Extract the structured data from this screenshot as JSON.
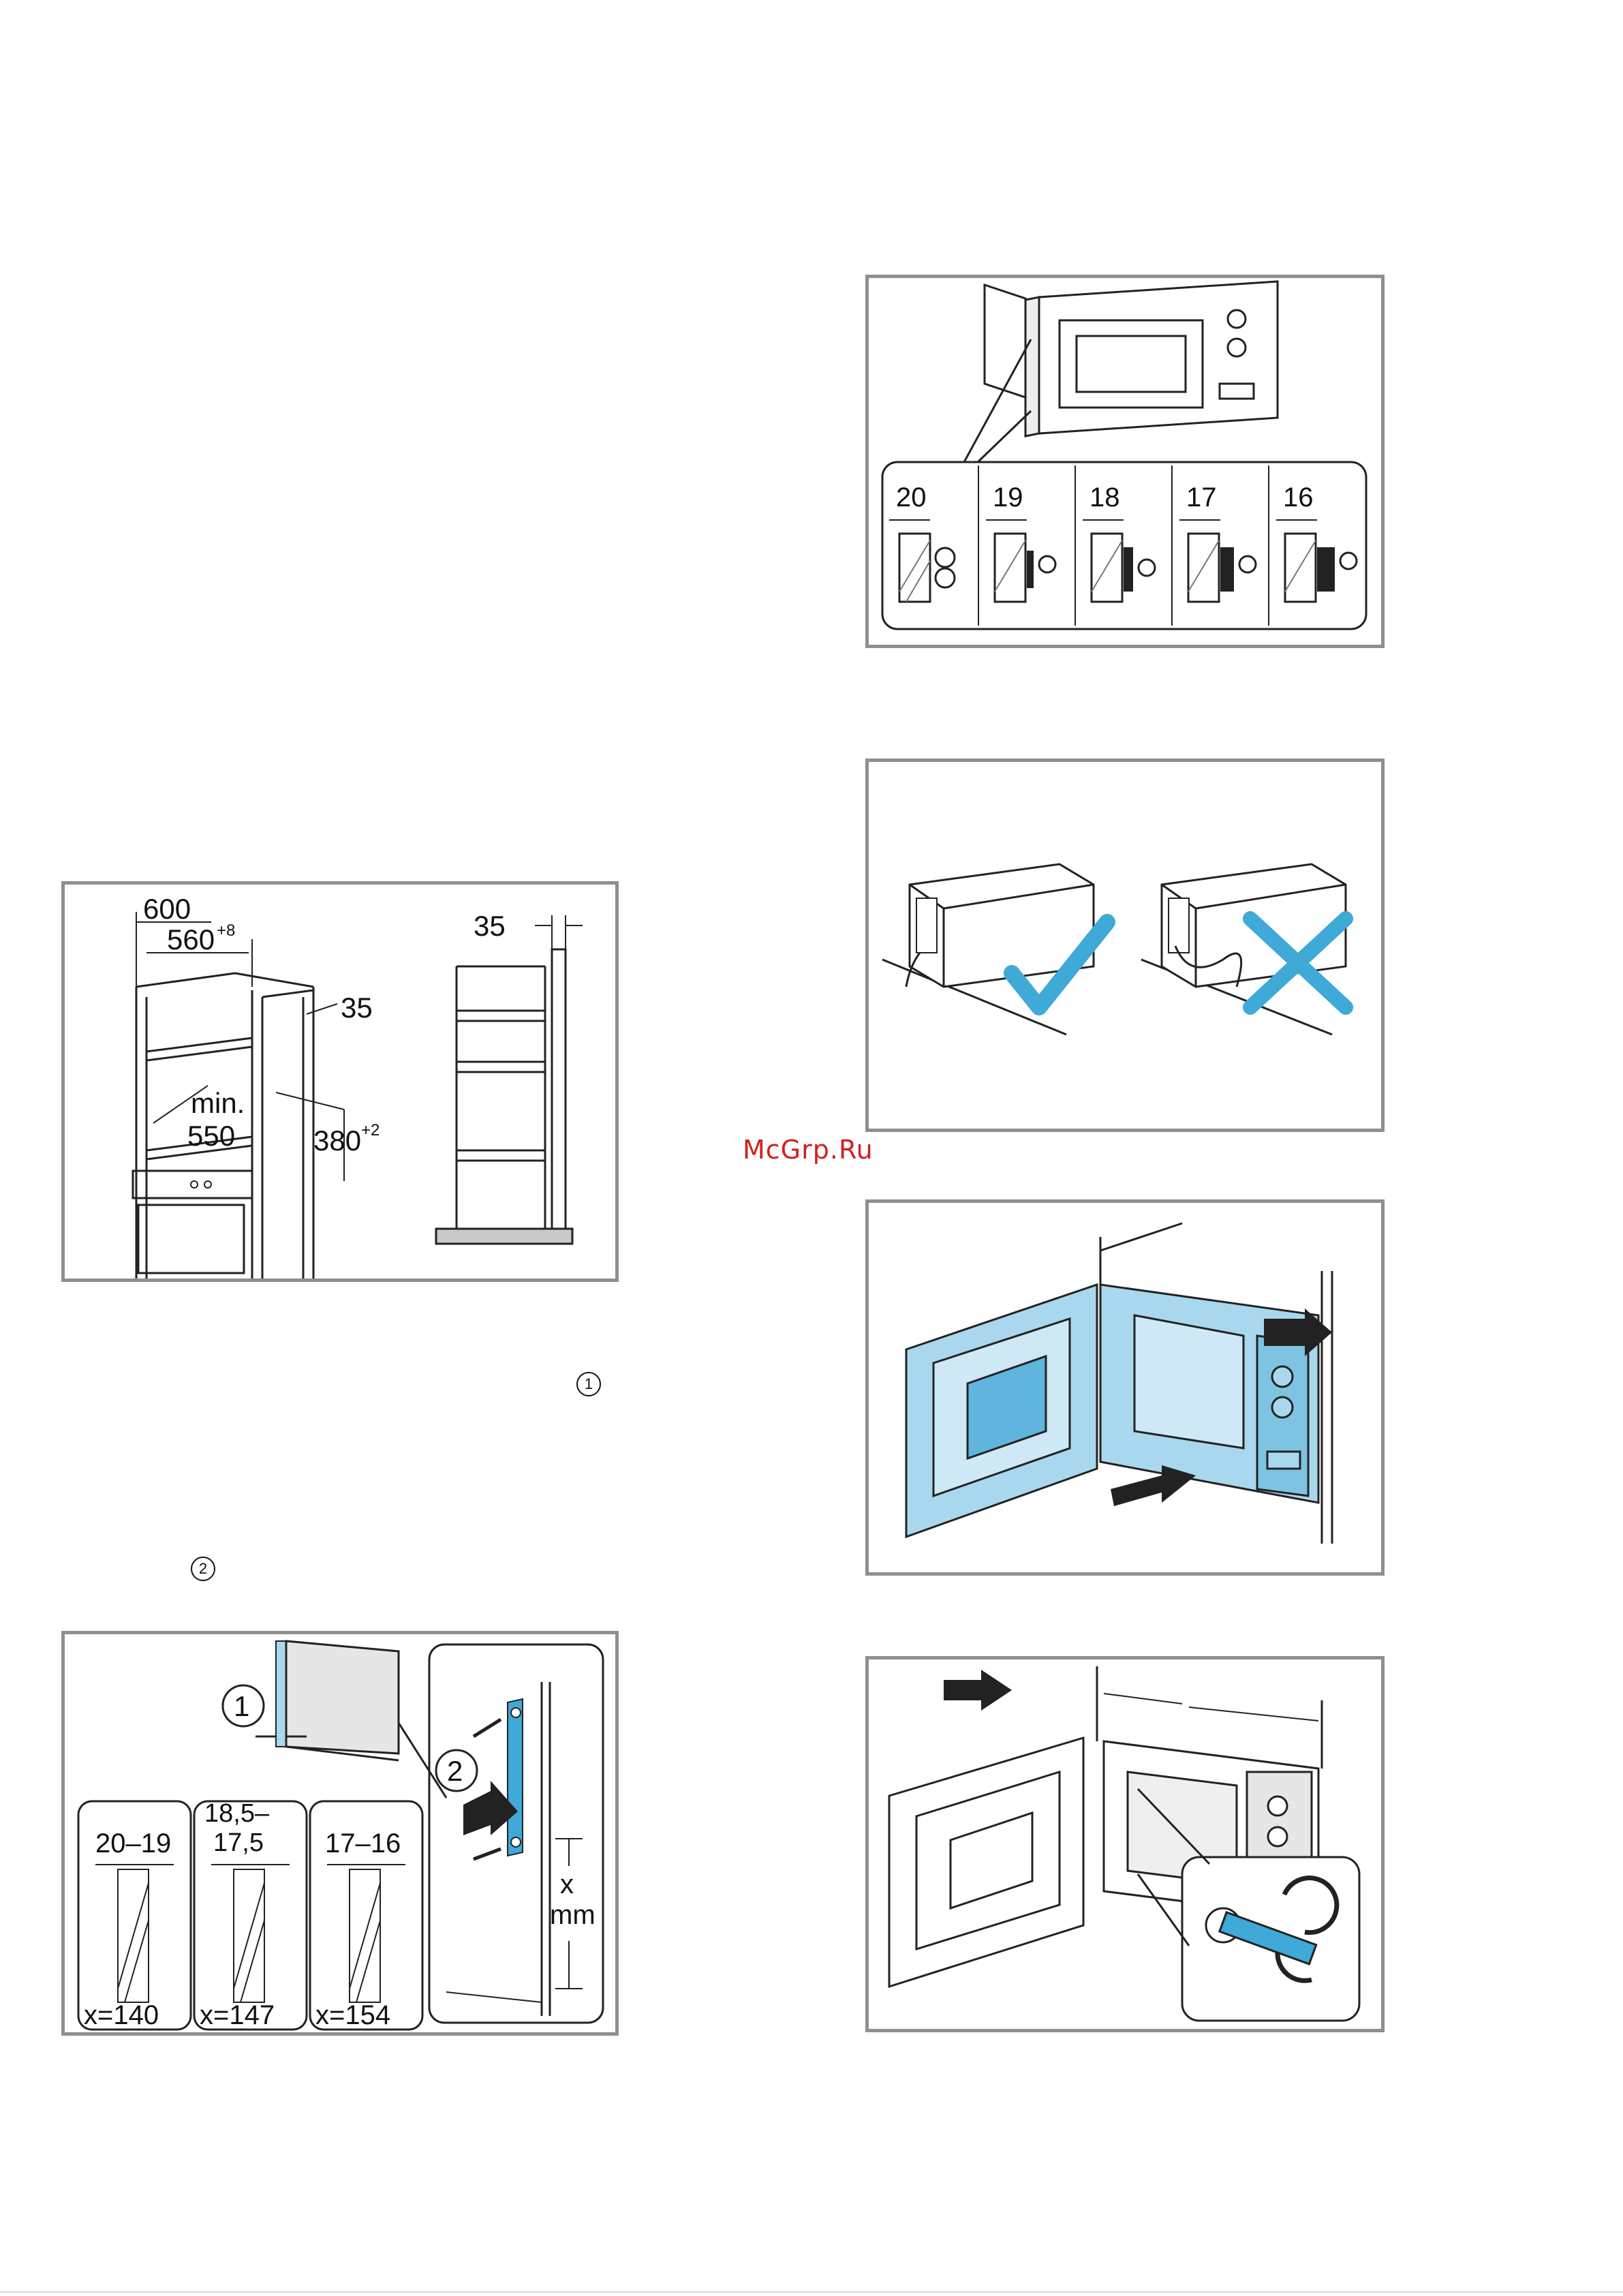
{
  "watermark": "McGrp.Ru",
  "callouts": {
    "one": "1",
    "two": "2"
  },
  "fig_spacers": {
    "values": [
      "20",
      "19",
      "18",
      "17",
      "16"
    ]
  },
  "fig_niche": {
    "width_outer": "600",
    "width_inner": "560",
    "width_inner_tol": "+8",
    "depth_top": "35",
    "min_label": "min.",
    "min_value": "550",
    "height": "380",
    "height_tol": "+2",
    "side_depth": "35"
  },
  "fig_mounting": {
    "marker1": "1",
    "marker2": "2",
    "range1": "20–19",
    "range2a": "18,5–",
    "range2b": "17,5",
    "range3": "17–16",
    "x1": "x=140",
    "x2": "x=147",
    "x3": "x=154",
    "x_label": "x",
    "mm_label": "mm"
  },
  "colors": {
    "accent_blue": "#3fa9d8",
    "light_blue": "#a9d8ee",
    "frame": "#8f8f8f"
  }
}
